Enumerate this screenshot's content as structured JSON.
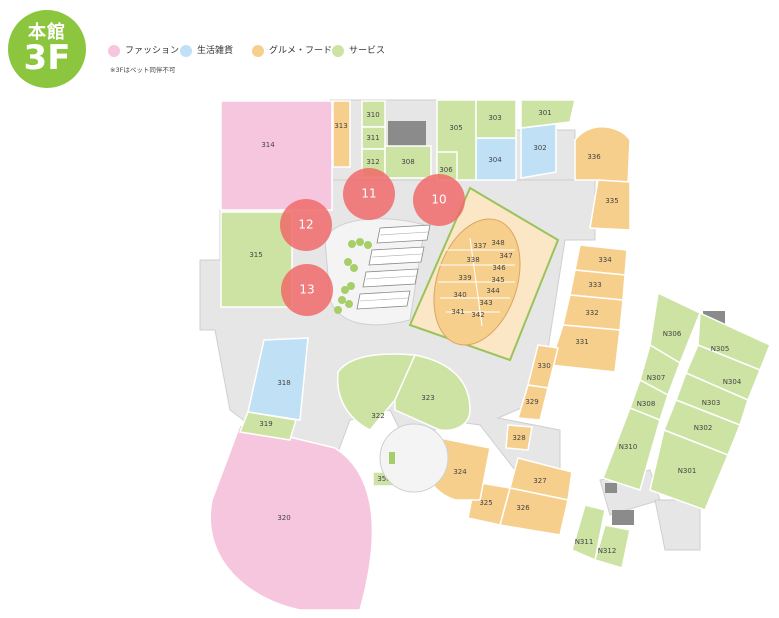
{
  "floor": {
    "building": "本館",
    "level": "3F"
  },
  "legend": [
    {
      "label": "ファッション",
      "color": "#f5c6dd"
    },
    {
      "label": "生活雑貨",
      "color": "#bfe0f5"
    },
    {
      "label": "グルメ・フード",
      "color": "#f7cf8d"
    },
    {
      "label": "サービス",
      "color": "#cde3a4"
    }
  ],
  "note": "※3Fはペット同伴不可",
  "colors": {
    "fashion": "#f5c6dd",
    "goods": "#bfe0f5",
    "food": "#f7cf8d",
    "service": "#cde3a4",
    "corridor": "#e6e6e6",
    "core": "#8b8b8b",
    "atrium": "#fbe7c6",
    "marker": "#f06a6a"
  },
  "units": {
    "u314": "314",
    "u313": "313",
    "u310": "310",
    "u311": "311",
    "u312": "312",
    "u308": "308",
    "u305": "305",
    "u303": "303",
    "u301": "301",
    "u304": "304",
    "u302": "302",
    "u306": "306",
    "u336": "336",
    "u335": "335",
    "u315": "315",
    "u318": "318",
    "u319": "319",
    "u320": "320",
    "u322": "322",
    "u323": "323",
    "u330": "330",
    "u329": "329",
    "u328": "328",
    "u327": "327",
    "u326": "326",
    "u325": "325",
    "u324": "324",
    "u350": "350",
    "u334": "334",
    "u333": "333",
    "u332": "332",
    "u331": "331",
    "u337": "337",
    "u338": "338",
    "u339": "339",
    "u340": "340",
    "u341": "341",
    "u342": "342",
    "u343": "343",
    "u344": "344",
    "u345": "345",
    "u346": "346",
    "u347": "347",
    "u348": "348",
    "n306": "N306",
    "n305": "N305",
    "n307": "N307",
    "n304": "N304",
    "n308": "N308",
    "n303": "N303",
    "n302": "N302",
    "n310": "N310",
    "n301": "N301",
    "n311": "N311",
    "n312": "N312"
  },
  "markers": {
    "m10": "10",
    "m11": "11",
    "m12": "12",
    "m13": "13"
  }
}
